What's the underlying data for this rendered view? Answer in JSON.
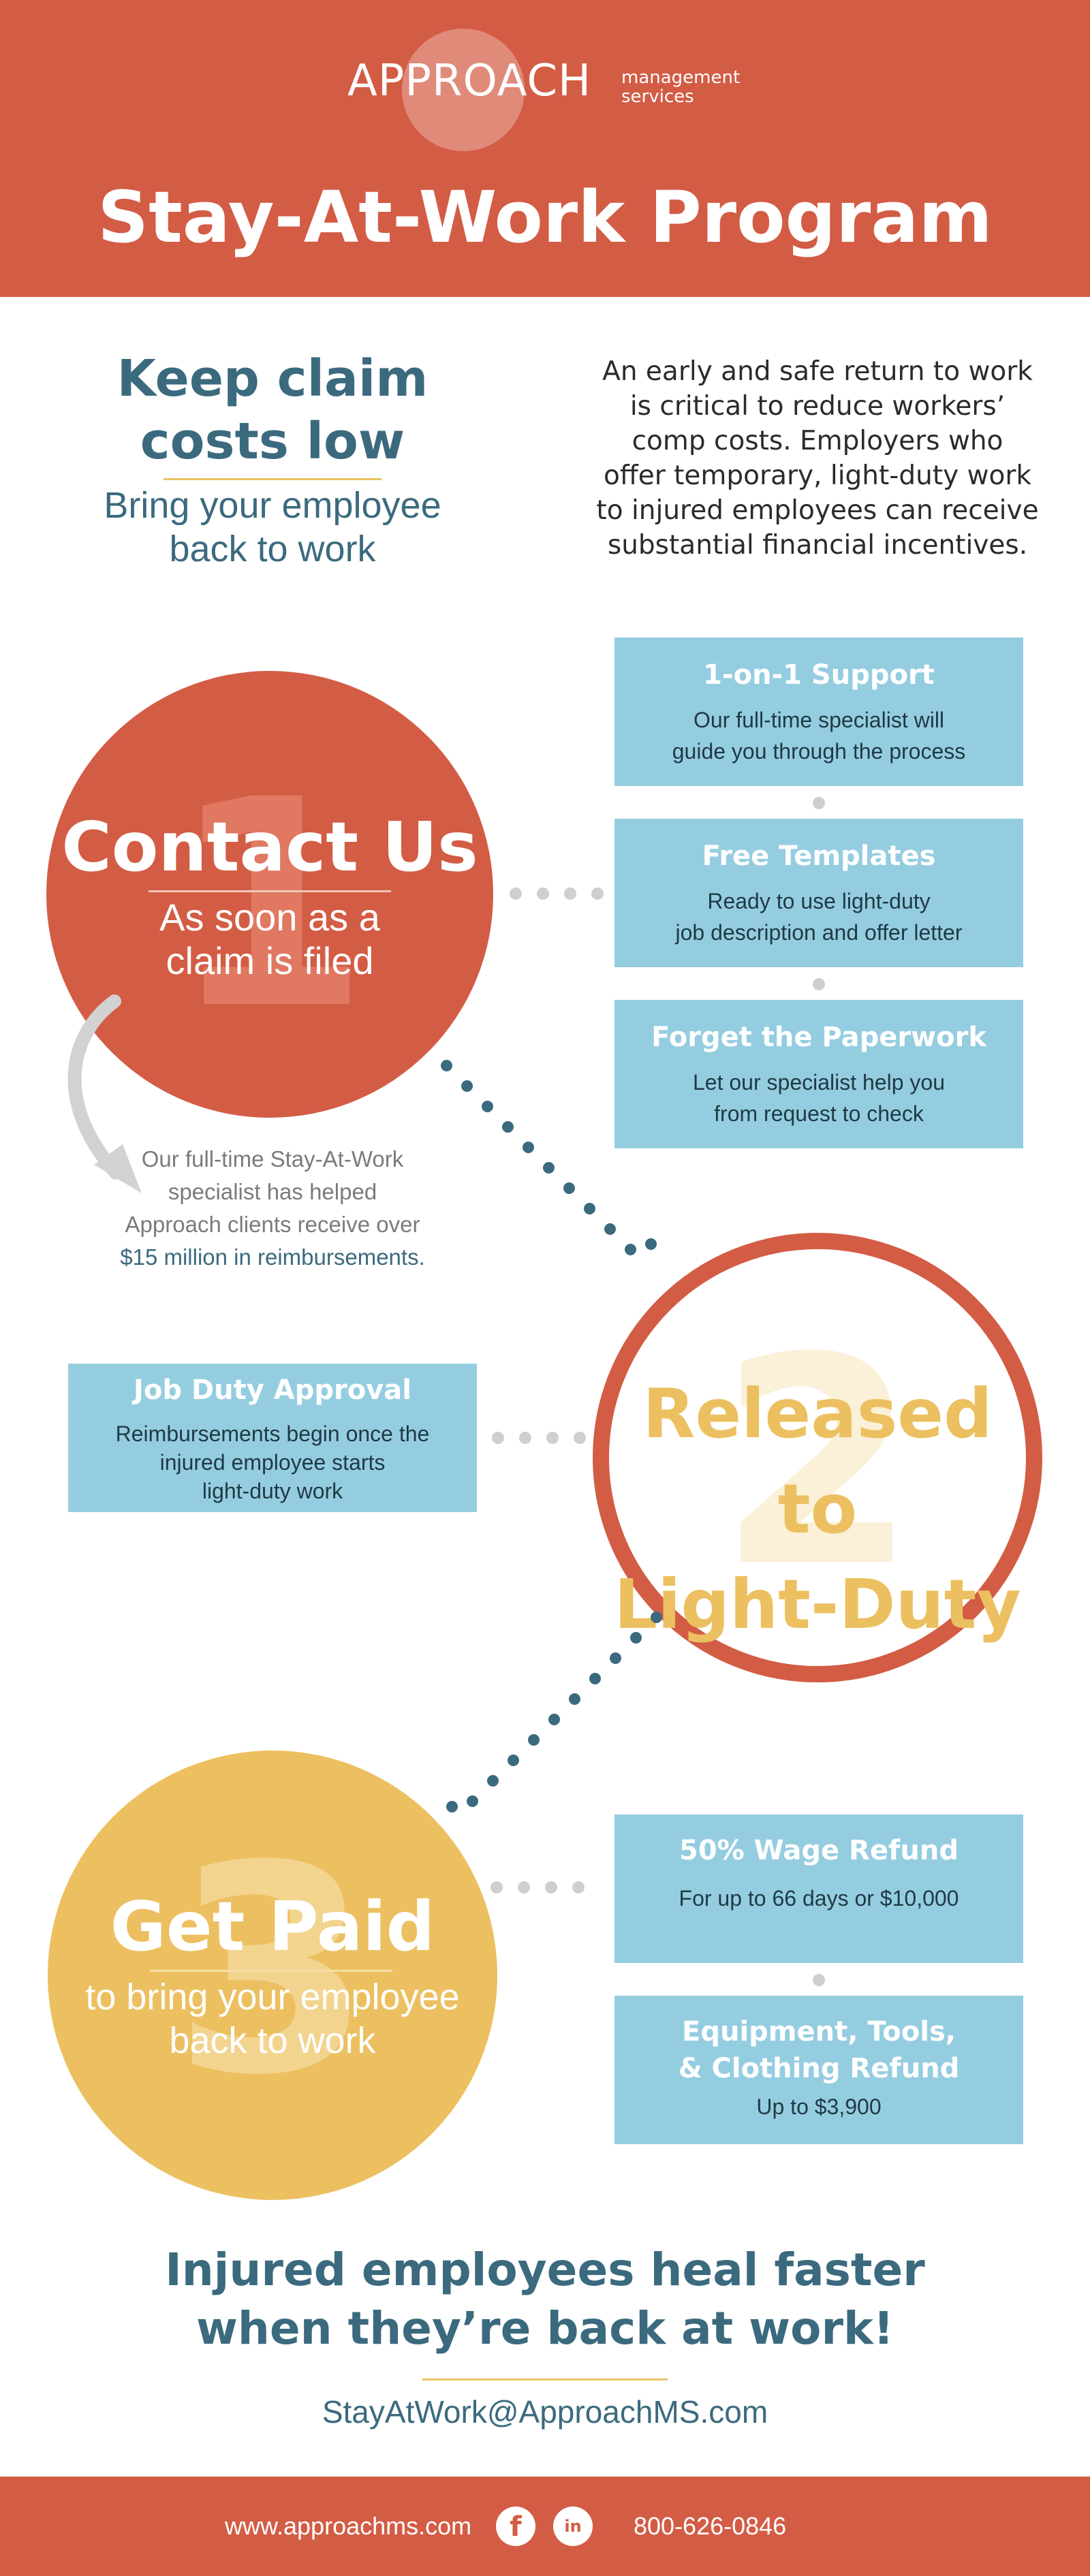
{
  "header": {
    "logo": {
      "name": "APPROACH",
      "line1": "management",
      "line2": "services"
    },
    "title": "Stay-At-Work Program"
  },
  "intro": {
    "title_line1": "Keep claim",
    "title_line2": "costs low",
    "subtitle_line1": "Bring your employee",
    "subtitle_line2": "back to work",
    "description": [
      "An early and safe return to work",
      "is critical to reduce workers’",
      "comp costs. Employers who",
      "offer temporary, light-duty work",
      "to injured employees can receive",
      "substantial financial incentives."
    ]
  },
  "step1": {
    "number": "1",
    "title": "Contact Us",
    "subtitle_line1": "As soon as a",
    "subtitle_line2": "claim is filed",
    "boxes": [
      {
        "title": "1-on-1 Support",
        "line1": "Our full-time specialist will",
        "line2": "guide you through the process"
      },
      {
        "title": "Free Templates",
        "line1": "Ready to use light-duty",
        "line2": "job description and offer letter"
      },
      {
        "title": "Forget the Paperwork",
        "line1": "Let our specialist help you",
        "line2": "from request to check"
      }
    ],
    "note": {
      "line1": "Our full-time Stay-At-Work",
      "line2": "specialist has helped",
      "line3": "Approach clients receive over",
      "highlight": "$15 million in reimbursements."
    }
  },
  "step2": {
    "number": "2",
    "title_line1": "Released to",
    "title_line2": "Light-Duty",
    "box": {
      "title": "Job Duty Approval",
      "line1": "Reimbursements begin once the",
      "line2": "injured employee starts",
      "line3": "light-duty work"
    }
  },
  "step3": {
    "number": "3",
    "title": "Get Paid",
    "subtitle_line1": "to bring your employee",
    "subtitle_line2": "back to work",
    "boxes": [
      {
        "title": "50% Wage Refund",
        "line1": "For up to 66 days or $10,000"
      },
      {
        "title_line1": "Equipment, Tools,",
        "title_line2": "& Clothing Refund",
        "line1": "Up to $3,900"
      }
    ]
  },
  "footer": {
    "message_line1": "Injured employees heal faster",
    "message_line2": "when they’re back at work!",
    "email": "StayAtWork@ApproachMS.com",
    "website": "www.approachms.com",
    "phone": "800-626-0846",
    "social": {
      "facebook": "f",
      "linkedin": "in"
    }
  },
  "colors": {
    "brand_red": "#d35c45",
    "brand_yellow": "#ecc060",
    "teal": "#3b6a7e",
    "box_blue": "#95cde0"
  }
}
